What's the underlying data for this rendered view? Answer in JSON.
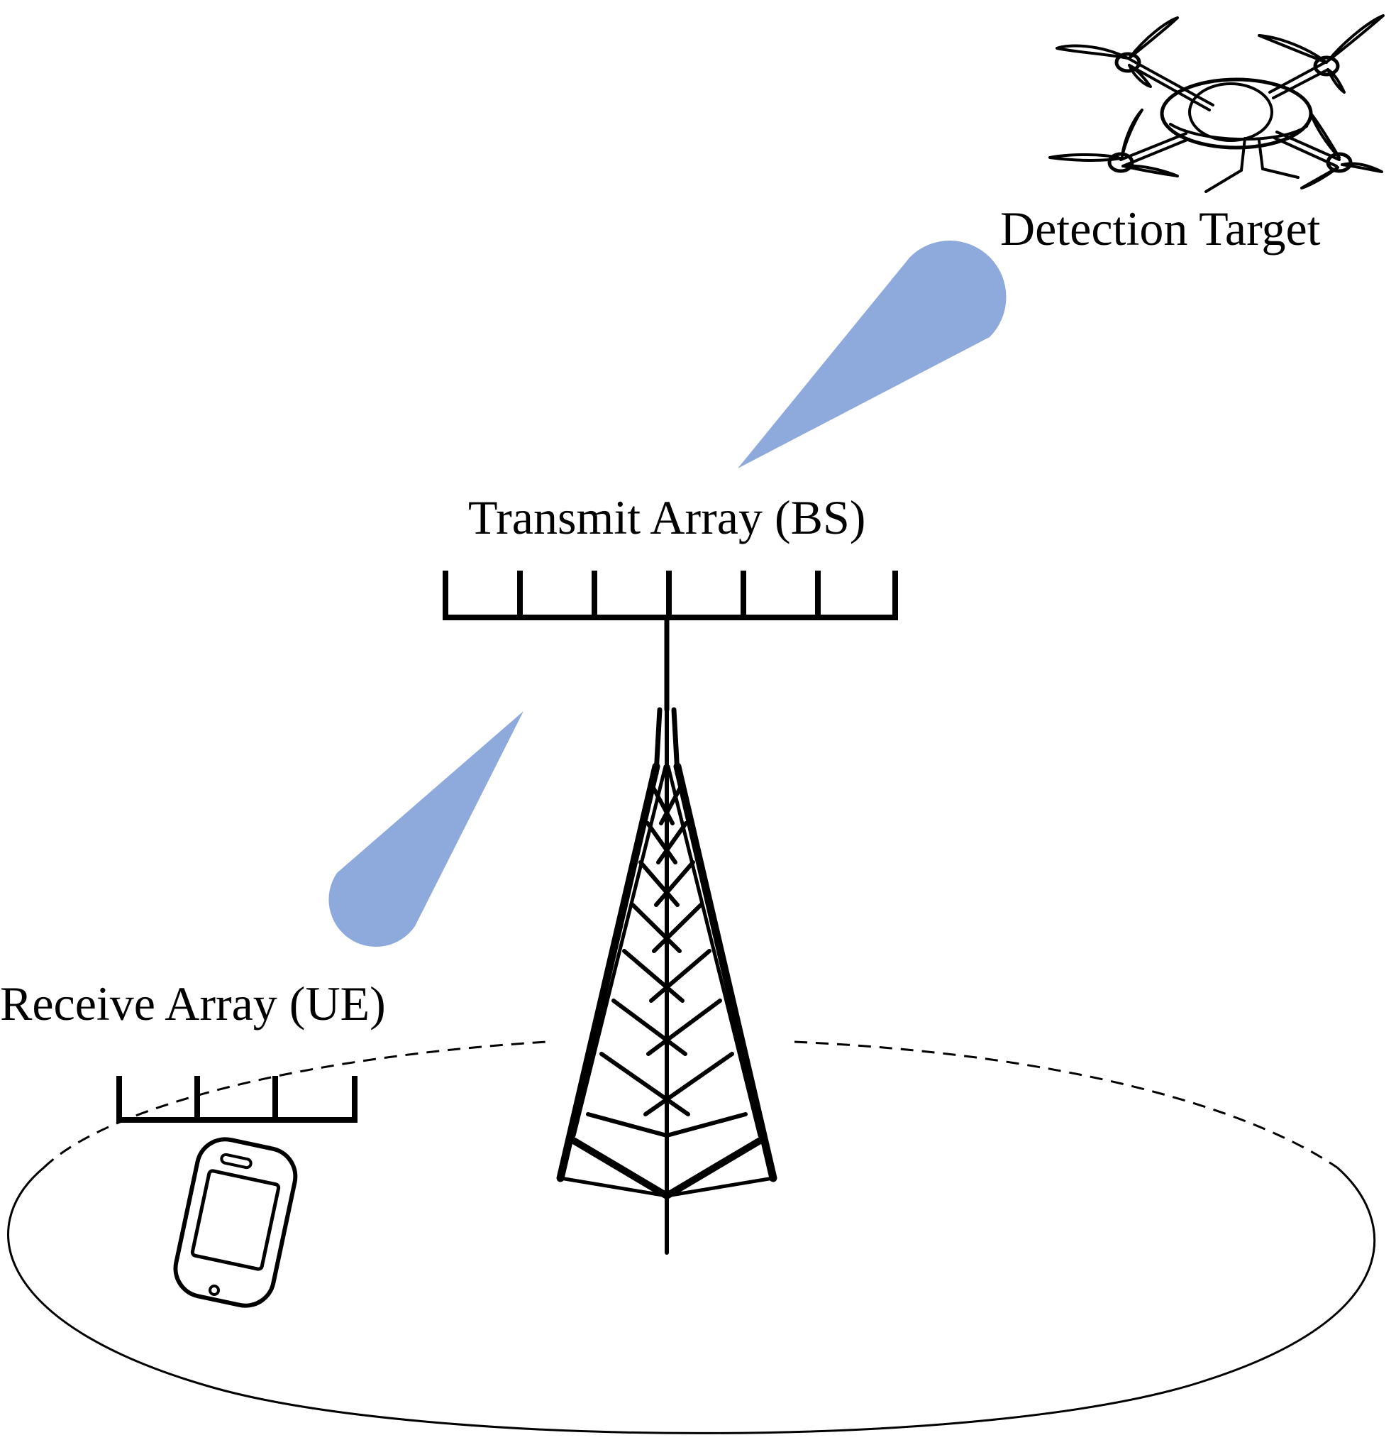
{
  "labels": {
    "detection_target": "Detection Target",
    "transmit_array": "Transmit Array (BS)",
    "receive_array": "Receive Array (UE)"
  },
  "colors": {
    "beam": "#8eaadc",
    "line": "#000000",
    "background": "#ffffff"
  },
  "icons": {
    "drone": "drone-icon",
    "tower": "cell-tower-icon",
    "phone": "smartphone-icon"
  }
}
